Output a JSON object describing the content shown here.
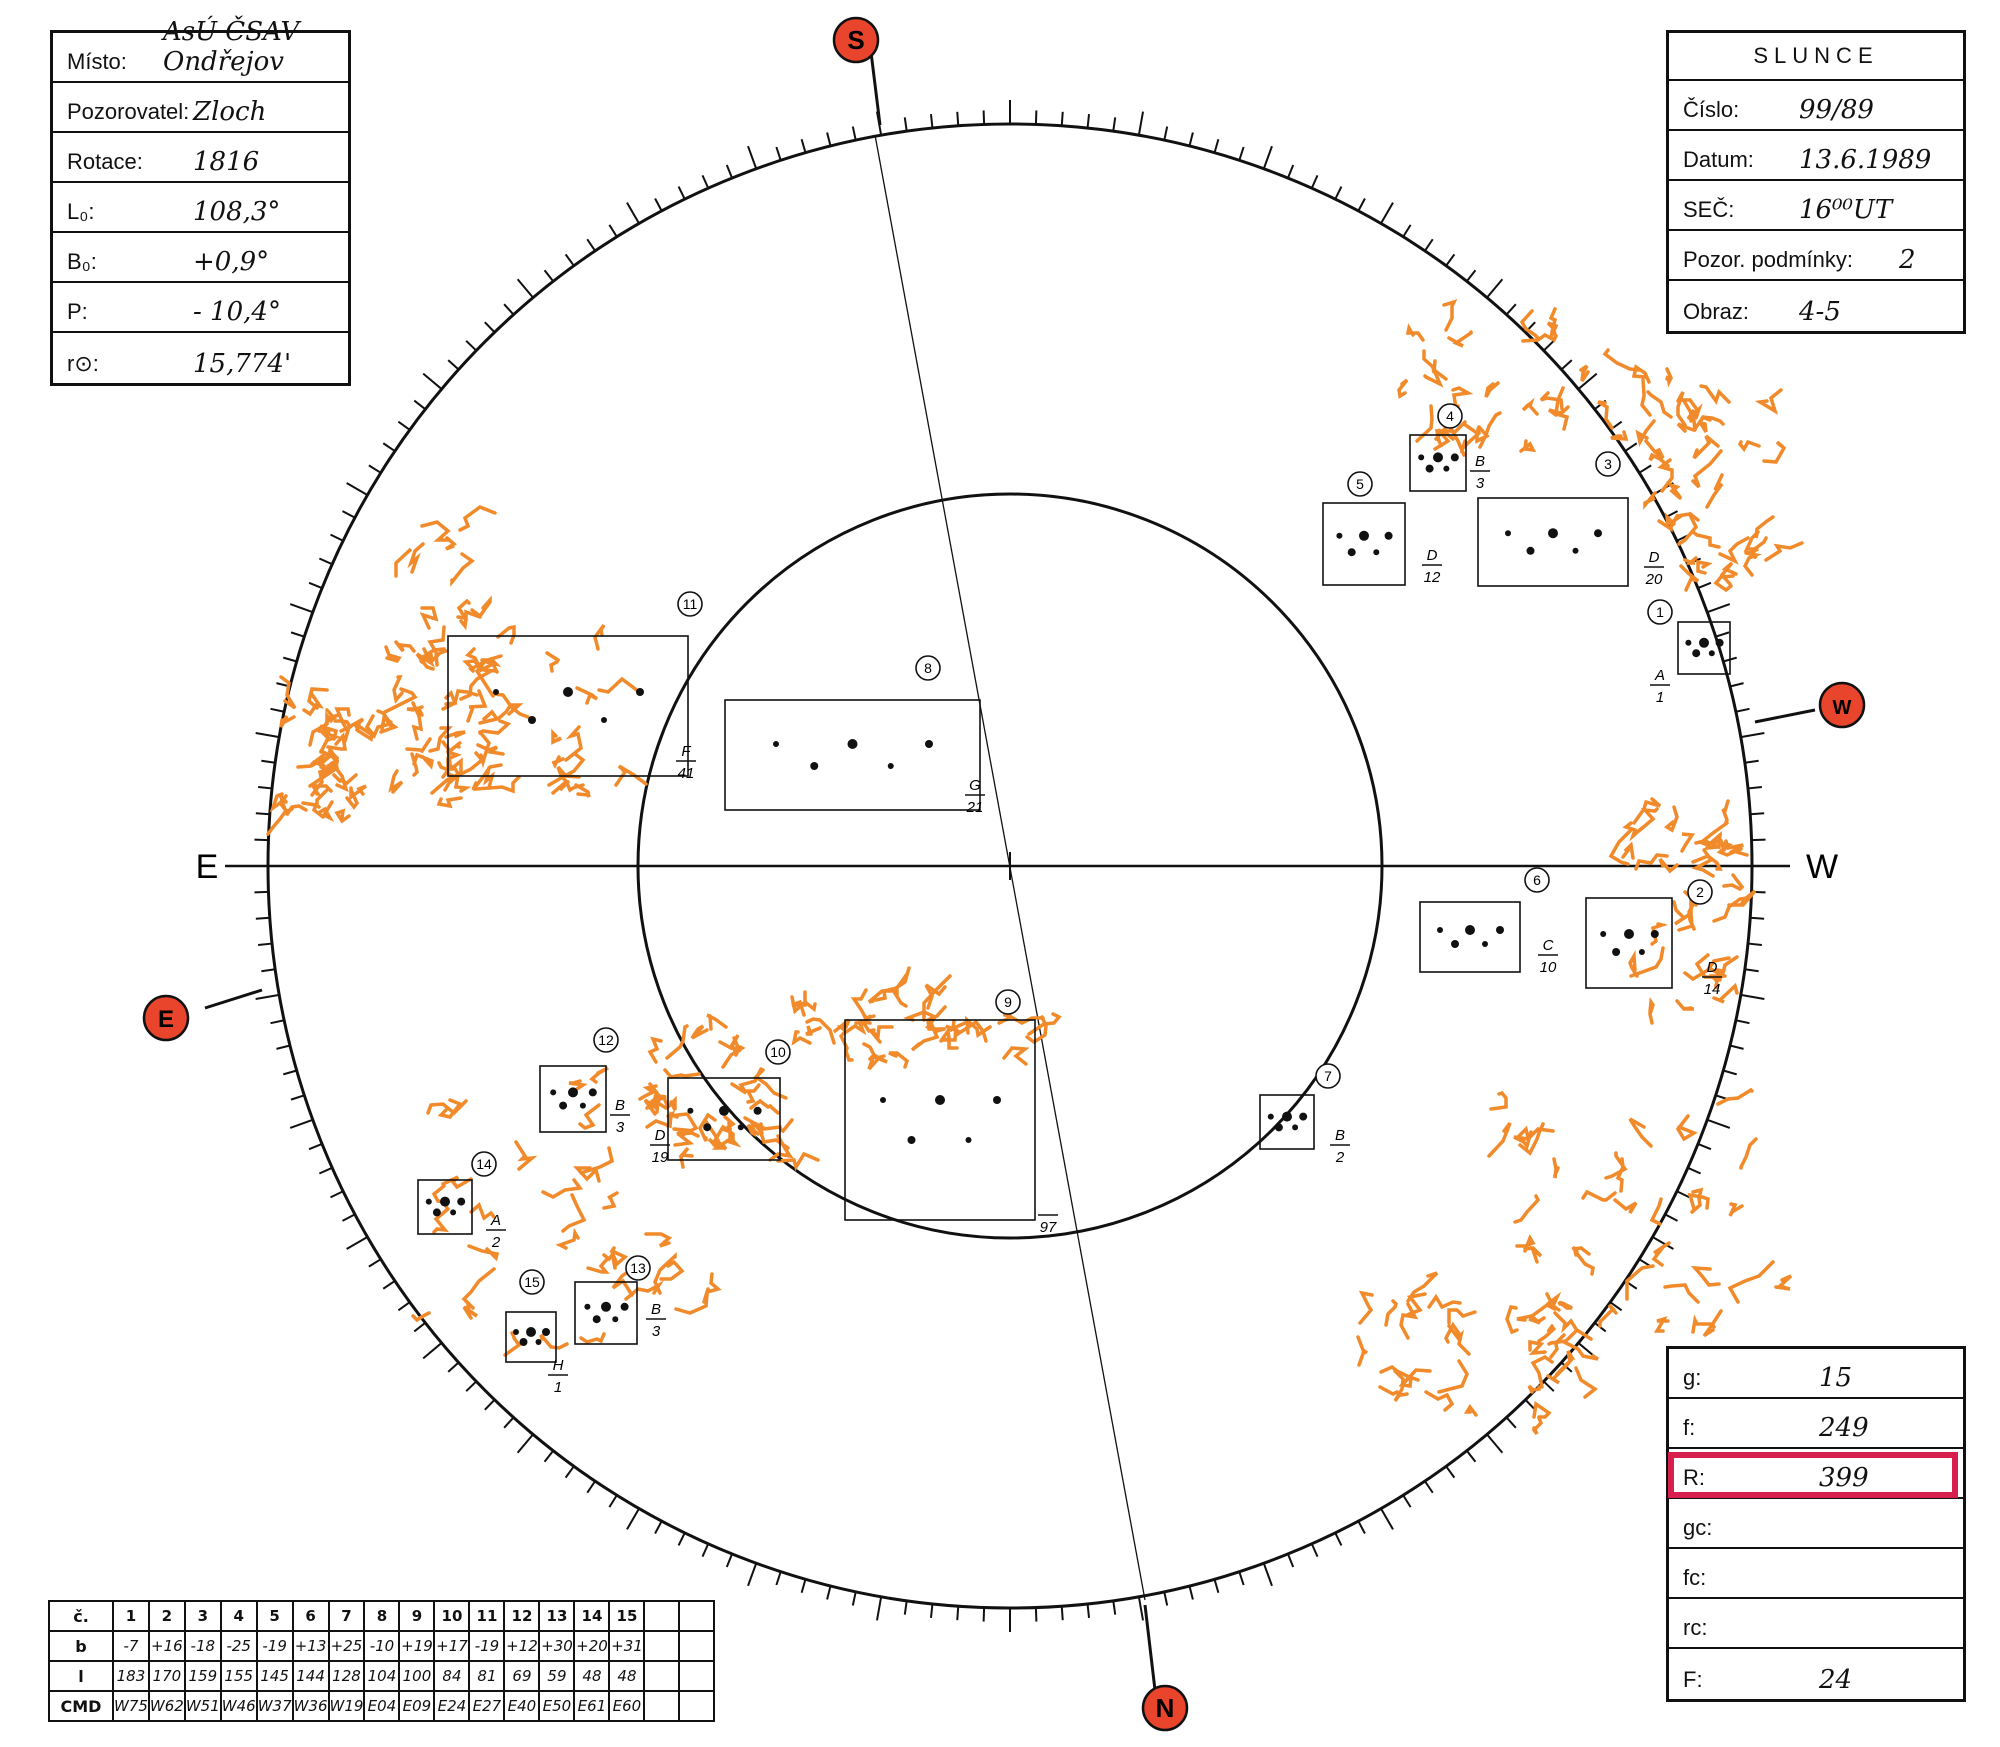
{
  "left_panel": [
    {
      "label": "Místo:",
      "value": "AsÚ ČSAV Ondřejov"
    },
    {
      "label": "Pozorovatel:",
      "value": "Zloch"
    },
    {
      "label": "Rotace:",
      "value": "1816"
    },
    {
      "label": "L₀:",
      "value": "108,3°"
    },
    {
      "label": "B₀:",
      "value": "+0,9°"
    },
    {
      "label": "P:",
      "value": "- 10,4°"
    },
    {
      "label": "r⊙:",
      "value": "15,774'"
    }
  ],
  "right_panel": {
    "title": "SLUNCE",
    "rows": [
      {
        "label": "Číslo:",
        "value": "99/89"
      },
      {
        "label": "Datum:",
        "value": "13.6.1989"
      },
      {
        "label": "SEČ:",
        "value": "16⁰⁰UT"
      },
      {
        "label": "Pozor. podmínky:",
        "value": "2"
      },
      {
        "label": "Obraz:",
        "value": "4-5"
      }
    ]
  },
  "stats_panel": [
    {
      "label": "g:",
      "value": "15"
    },
    {
      "label": "f:",
      "value": "249"
    },
    {
      "label": "R:",
      "value": "399"
    },
    {
      "label": "gc:",
      "value": ""
    },
    {
      "label": "fc:",
      "value": ""
    },
    {
      "label": "rc:",
      "value": ""
    },
    {
      "label": "F:",
      "value": "24"
    }
  ],
  "colors": {
    "accent": "#d8204f",
    "faculae": "#f08a2a",
    "marker": "#e8452c"
  },
  "compass": {
    "S": "S",
    "N": "N",
    "E": "E",
    "W": "W",
    "E_axis": "E",
    "W_axis": "W"
  },
  "groups": [
    {
      "num": "1",
      "cls": "A",
      "cnt": "1"
    },
    {
      "num": "2",
      "cls": "D",
      "cnt": "14"
    },
    {
      "num": "3",
      "cls": "D",
      "cnt": "20"
    },
    {
      "num": "4",
      "cls": "B",
      "cnt": "3"
    },
    {
      "num": "5",
      "cls": "D",
      "cnt": "12"
    },
    {
      "num": "6",
      "cls": "C",
      "cnt": "10"
    },
    {
      "num": "7",
      "cls": "B",
      "cnt": "2"
    },
    {
      "num": "8",
      "cls": "G",
      "cnt": "21"
    },
    {
      "num": "9",
      "cls": "",
      "cnt": "97"
    },
    {
      "num": "10",
      "cls": "D",
      "cnt": "19"
    },
    {
      "num": "11",
      "cls": "F",
      "cnt": "41"
    },
    {
      "num": "12",
      "cls": "B",
      "cnt": "3"
    },
    {
      "num": "13",
      "cls": "B",
      "cnt": "3"
    },
    {
      "num": "14",
      "cls": "A",
      "cnt": "2"
    },
    {
      "num": "15",
      "cls": "H",
      "cnt": "1"
    }
  ],
  "table": {
    "headers": [
      "č.",
      "b",
      "l",
      "CMD"
    ],
    "cols": [
      "1",
      "2",
      "3",
      "4",
      "5",
      "6",
      "7",
      "8",
      "9",
      "10",
      "11",
      "12",
      "13",
      "14",
      "15",
      "",
      ""
    ],
    "b": [
      "-7",
      "+16",
      "-18",
      "-25",
      "-19",
      "+13",
      "+25",
      "-10",
      "+19",
      "+17",
      "-19",
      "+12",
      "+30",
      "+20",
      "+31",
      "",
      ""
    ],
    "l": [
      "183",
      "170",
      "159",
      "155",
      "145",
      "144",
      "128",
      "104",
      "100",
      "84",
      "81",
      "69",
      "59",
      "48",
      "48",
      "",
      ""
    ],
    "cmd": [
      "W75",
      "W62",
      "W51",
      "W46",
      "W37",
      "W36",
      "W19",
      "E04",
      "E09",
      "E24",
      "E27",
      "E40",
      "E50",
      "E61",
      "E60",
      "",
      ""
    ]
  }
}
